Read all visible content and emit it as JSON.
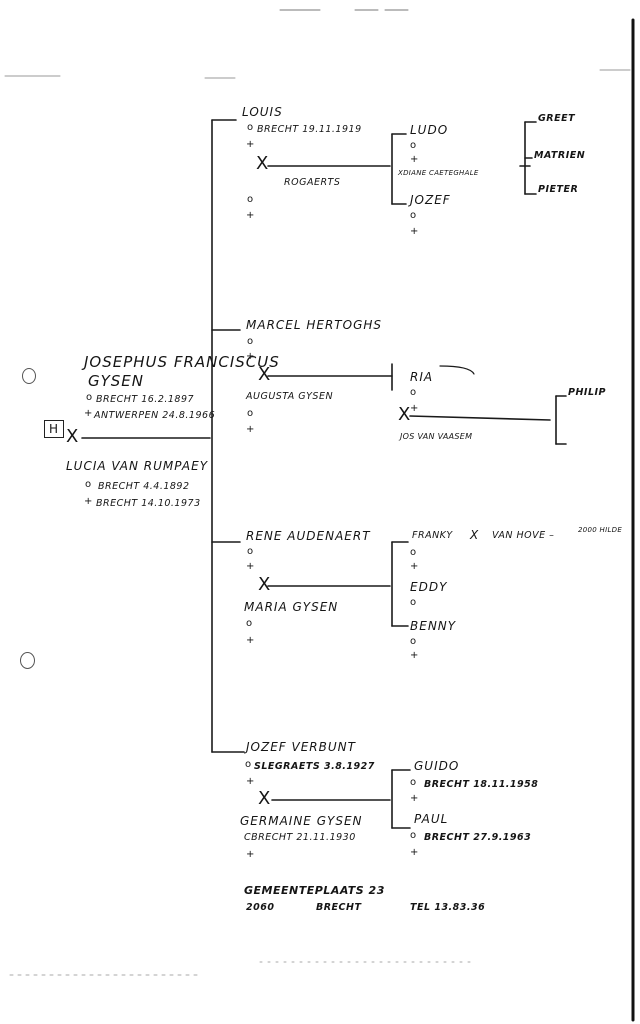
{
  "root": {
    "name_1": "JOSEPHUS FRANCISCUS",
    "name_2": "GYSEN",
    "birth": "BRECHT 16.2.1897",
    "death": "ANTWERPEN 24.8.1966",
    "box_label": "H",
    "marriage": "X",
    "spouse": "LUCIA VAN RUMPAEY",
    "spouse_birth": "BRECHT 4.4.1892",
    "spouse_death": "BRECHT 14.10.1973"
  },
  "symbols": {
    "birth": "o",
    "death": "+",
    "marriage": "X"
  },
  "families": [
    {
      "partner": "LOUIS",
      "partner_birth": "BRECHT 19.11.1919",
      "spouse": "ROGAERTS",
      "children": [
        {
          "name": "LUDO",
          "spouse": "XDIANE CAETEGHALE",
          "grandchildren": [
            "GREET",
            "MATRIEN",
            "PIETER"
          ]
        },
        {
          "name": "JOZEF"
        }
      ]
    },
    {
      "partner": "MARCEL HERTOGHS",
      "spouse": "AUGUSTA GYSEN",
      "children": [
        {
          "name": "RIA",
          "spouse": "JOS VAN VAASEM",
          "grandchildren": [
            "PHILIP"
          ]
        }
      ]
    },
    {
      "partner": "RENE AUDENAERT",
      "spouse": "MARIA GYSEN",
      "children": [
        {
          "name": "FRANKY",
          "marriage": "X",
          "spouse": "VAN HOVE –",
          "spouse_note": "2000 HILDE"
        },
        {
          "name": "EDDY"
        },
        {
          "name": "BENNY"
        }
      ]
    },
    {
      "partner": "JOZEF VERBUNT",
      "partner_birth": "SLEGRAETS 3.8.1927",
      "spouse": "GERMAINE GYSEN",
      "spouse_birth": "CBRECHT 21.11.1930",
      "children": [
        {
          "name": "GUIDO",
          "birth": "BRECHT 18.11.1958"
        },
        {
          "name": "PAUL",
          "birth": "BRECHT 27.9.1963"
        }
      ]
    }
  ],
  "footer": {
    "line_1": "GEMEENTEPLAATS 23",
    "line_2_label": "2060",
    "line_2_place": "BRECHT",
    "line_2_tel": "TEL 13.83.36"
  }
}
